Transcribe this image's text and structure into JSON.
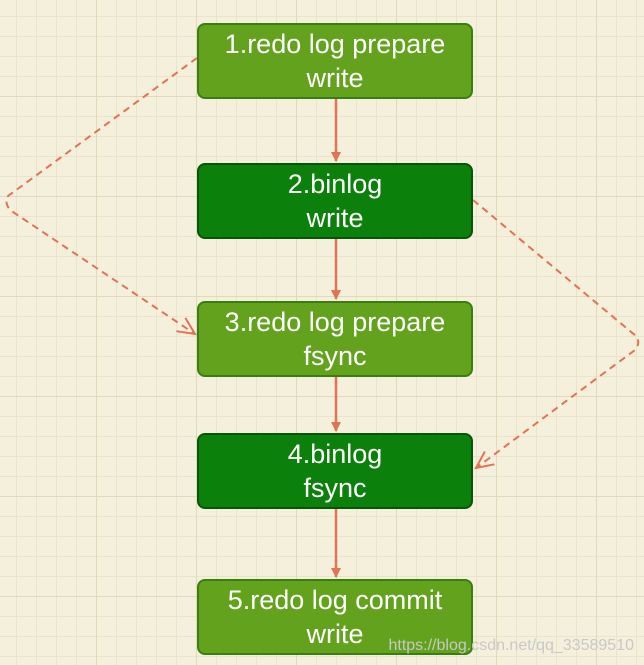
{
  "steps": [
    {
      "line1": "1.redo log prepare",
      "line2": "write"
    },
    {
      "line1": "2.binlog",
      "line2": "write"
    },
    {
      "line1": "3.redo log prepare",
      "line2": "fsync"
    },
    {
      "line1": "4.binlog",
      "line2": "fsync"
    },
    {
      "line1": "5.redo log commit",
      "line2": "write"
    }
  ],
  "watermark": "https://blog.csdn.net/qq_33589510",
  "colors": {
    "light_node": "#63a21c",
    "dark_node": "#0b800a",
    "arrow": "#e07358",
    "background": "#f5f0dc",
    "text": "#ffffff"
  }
}
